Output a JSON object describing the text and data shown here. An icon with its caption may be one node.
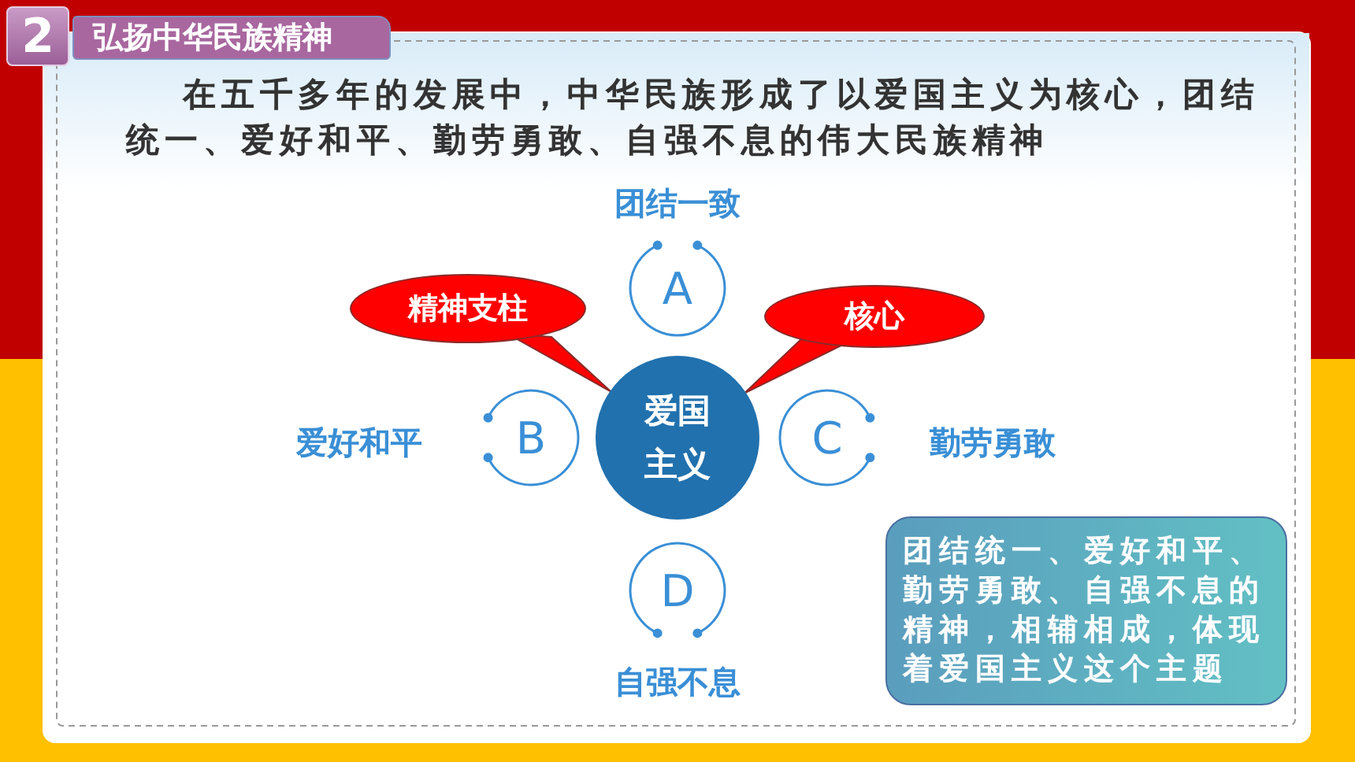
{
  "diagram": {
    "title": "弘扬中华民族精神",
    "nodes": [
      {
        "text": [
          "2"
        ]
      },
      {
        "text": [
          "爱国主义"
        ]
      },
      {
        "text": [
          "A"
        ],
        "beside": [
          "团结一致"
        ]
      },
      {
        "text": [
          "B"
        ],
        "beside": [
          "爱好和平"
        ]
      },
      {
        "text": [
          "C"
        ],
        "beside": [
          "勤劳勇敢"
        ]
      },
      {
        "text": [
          "D"
        ],
        "beside": [
          "自强不息"
        ]
      },
      {
        "text": [
          "精神支柱"
        ]
      },
      {
        "text": [
          "核心"
        ]
      },
      {
        "text": [
          "团结统一、爱好和平、勤劳勇敢、自强不息的精神，相辅相成，体现着爱国主义这个主题"
        ]
      }
    ],
    "edges": [
      {
        "from": 6,
        "to": 1,
        "arrow": "none"
      },
      {
        "from": 7,
        "to": 1,
        "arrow": "none"
      }
    ],
    "labels": [
      "在五千多年的发展中，中华民族形成了以爱国主义为核心，团结统一、爱好和平、勤劳勇敢、自强不息的伟大民族精神"
    ]
  }
}
